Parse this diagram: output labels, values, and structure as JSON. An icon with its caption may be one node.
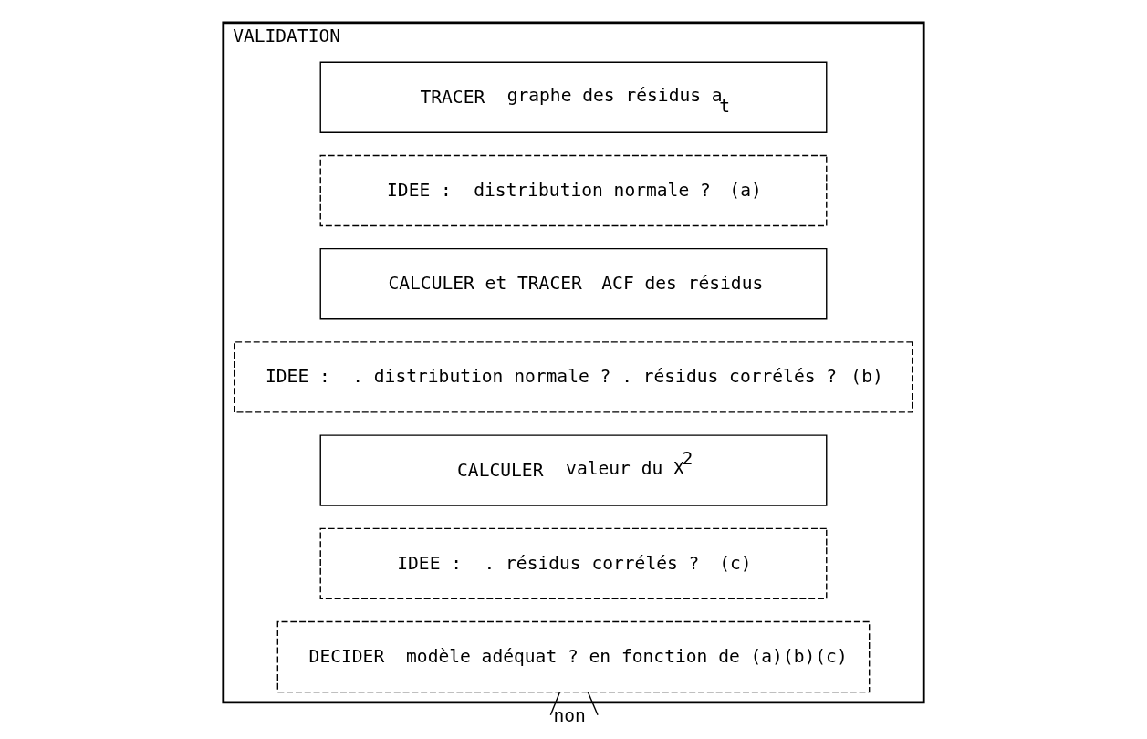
{
  "diagram": {
    "nodes": [
      {
        "text": [
          "VALIDATION"
        ]
      },
      {
        "text": [
          "TRACER",
          "graphe des résidus a$_{t}$"
        ],
        "in": 0
      },
      {
        "text": [
          "IDEE :",
          "distribution normale ?",
          "(a)"
        ],
        "in": 0
      },
      {
        "text": [
          "CALCULER et TRACER",
          "ACF des résidus"
        ],
        "in": 0
      },
      {
        "text": [
          "IDEE :",
          ". distribution normale ? . résidus corrélés ?",
          "(b)"
        ],
        "in": 0
      },
      {
        "text": [
          "CALCULER",
          "valeur du X$^{2}$"
        ],
        "in": 0
      },
      {
        "text": [
          "IDEE :",
          ". résidus corrélés ?",
          "(c)"
        ],
        "in": 0
      },
      {
        "text": [
          "DECIDER",
          "modèle adéquat ? en fonction de (a)(b)(c)"
        ],
        "in": 0
      }
    ],
    "edges": [
      {
        "from": 7,
        "to": null,
        "arrow": "none",
        "label": "non"
      },
      {
        "from": 7,
        "to": null,
        "arrow": "none"
      }
    ]
  }
}
